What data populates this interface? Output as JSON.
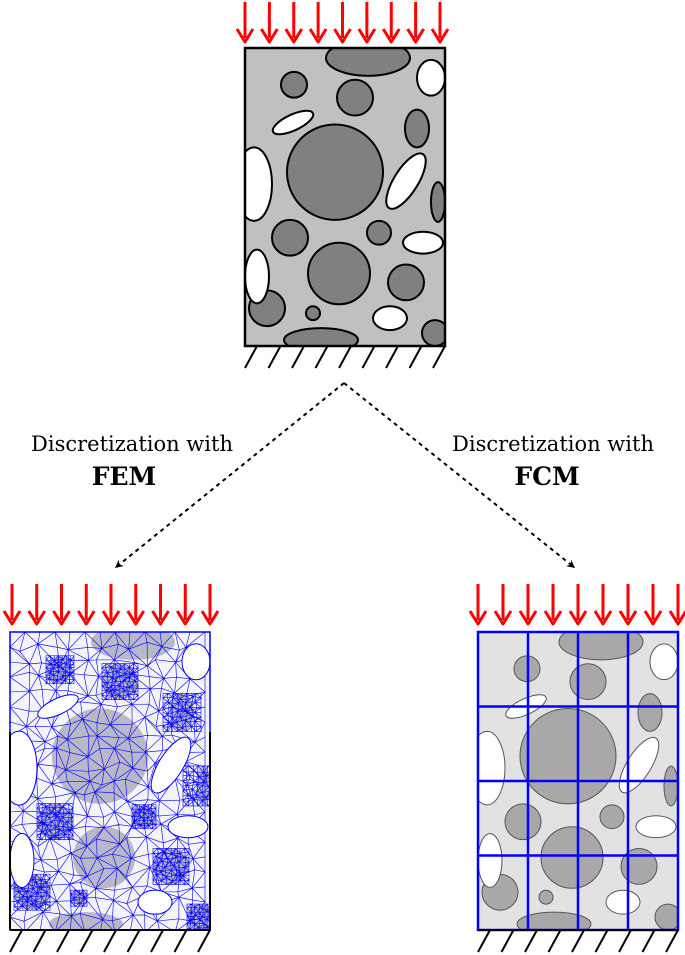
{
  "labels": {
    "left_line1": "Discretization with",
    "left_method": "FEM",
    "right_line1": "Discretization with",
    "right_method": "FCM"
  },
  "colors": {
    "load_arrow": "#ff0000",
    "matrix_gray": "#c0c0c0",
    "inclusion_gray": "#808080",
    "void_white": "#ffffff",
    "mesh_blue": "#0000ff",
    "fcm_matrix": "#e2e2e2",
    "fcm_inclusion": "#a8a8a8",
    "outline": "#000000"
  },
  "icons": {
    "load": "down-arrow-icon",
    "support": "hatched-ground-icon",
    "flow": "dashed-arrow-icon"
  },
  "fcm_grid": {
    "cols": 4,
    "rows": 4
  }
}
